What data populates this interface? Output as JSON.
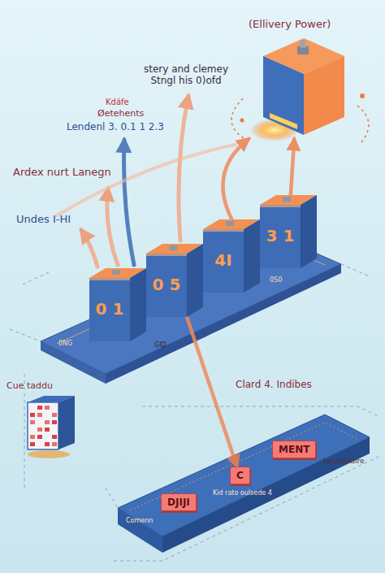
{
  "diagram": {
    "nodes": [
      {
        "text": [
          "(Ellivery Power)"
        ]
      },
      {
        "text": [
          "0 1"
        ]
      },
      {
        "text": [
          "0 5"
        ]
      },
      {
        "text": [
          "4I"
        ]
      },
      {
        "text": [
          "3 1"
        ]
      },
      {
        "text": [
          "Cue taddu"
        ]
      },
      {
        "text": [
          "DJIJI"
        ]
      },
      {
        "text": [
          "C"
        ]
      },
      {
        "text": [
          "MENT"
        ]
      }
    ],
    "edges": [
      {
        "from": 3,
        "to": 0,
        "arrow": "to"
      },
      {
        "from": 4,
        "to": 0,
        "arrow": "to"
      },
      {
        "from": 2,
        "to": 7,
        "arrow": "to"
      }
    ],
    "labels": [
      "stery and clemey Stngl his 0)ofd",
      "Kdáfe",
      "Øetehents",
      "Lendenl 3. 0.1 1 2.3",
      "Ardex nurt Lanegn",
      "Undes I-HI",
      "0NG",
      "GID",
      "0S0",
      "Clard 4. Indibes",
      "Kid rato oulsede 4",
      "Comenn",
      "Lenndnuire"
    ]
  }
}
